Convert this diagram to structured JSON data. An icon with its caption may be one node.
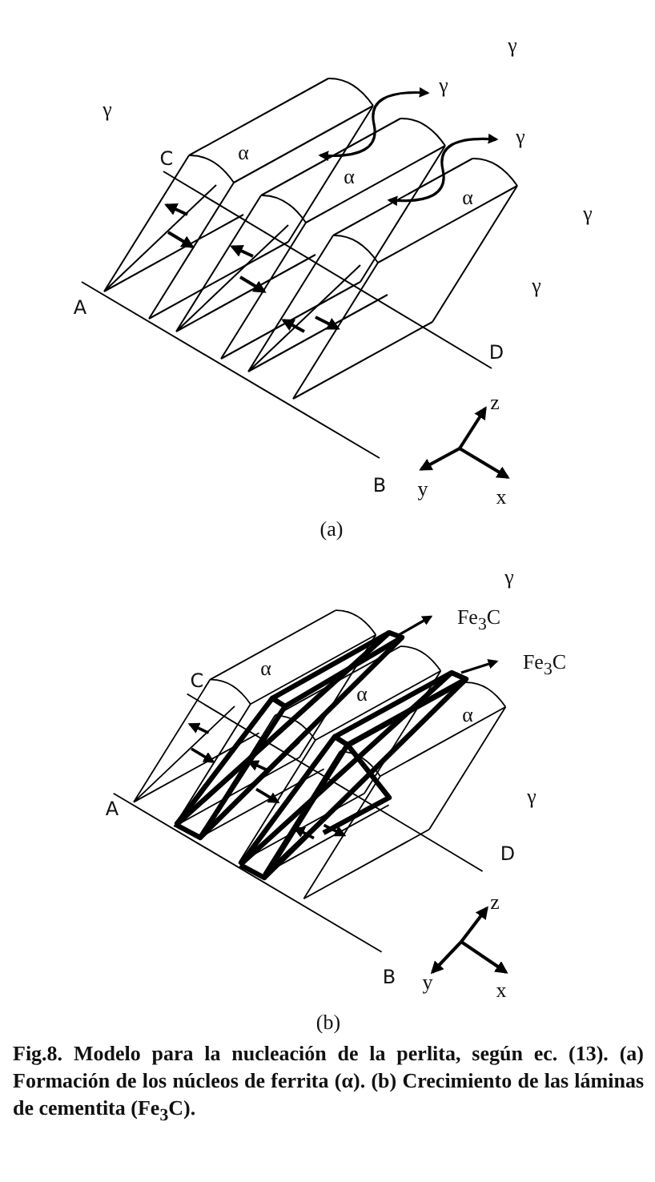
{
  "diagram": {
    "caption": "Fig.8. Modelo para la nucleación de la perlita, según ec. (13). (a) Formación de los núcleos de ferrita (α). (b) Crecimiento de las láminas de cementita (Fe$_{3}$C).",
    "labels": [
      "γ",
      "γ",
      "γ",
      "C",
      "α",
      "γ",
      "α",
      "α",
      "γ",
      "γ",
      "A",
      "D",
      "z",
      "B",
      "y",
      "x",
      "(a)",
      "γ",
      "Fe$_{3}$C",
      "α",
      "C",
      "Fe$_{3}$C",
      "α",
      "α",
      "γ",
      "A",
      "D",
      "z",
      "B",
      "y",
      "x",
      "(b)"
    ]
  }
}
